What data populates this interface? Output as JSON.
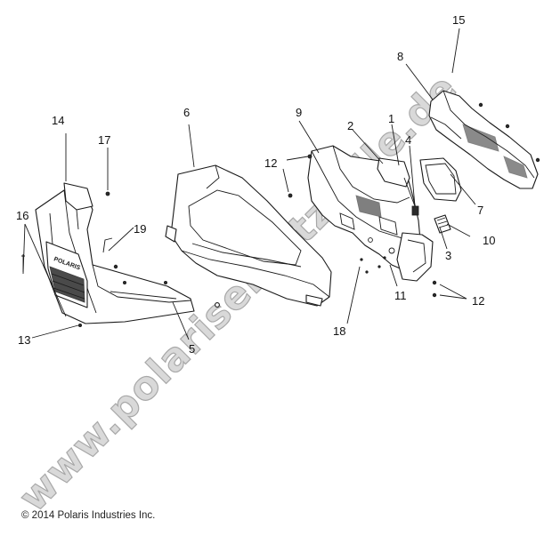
{
  "watermark": "www.polarisersatzteile.de",
  "copyright": "© 2014 Polaris Industries Inc.",
  "grille_badge": "POLARIS",
  "callouts": {
    "c1": "1",
    "c2": "2",
    "c3": "3",
    "c4": "4",
    "c5": "5",
    "c6": "6",
    "c7": "7",
    "c8": "8",
    "c9": "9",
    "c10": "10",
    "c11": "11",
    "c12a": "12",
    "c12b": "12",
    "c13": "13",
    "c14": "14",
    "c15": "15",
    "c16": "16",
    "c17": "17",
    "c18": "18",
    "c19": "19"
  }
}
